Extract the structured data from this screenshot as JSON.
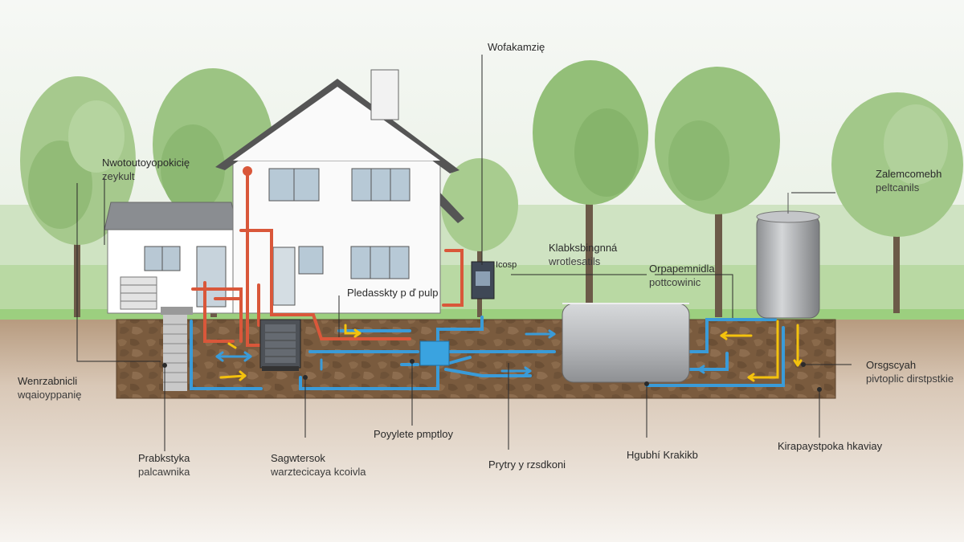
{
  "labels": {
    "top_center": "Wofakamzię",
    "left_upper_line1": "Nwotoutoyopokicię",
    "left_upper_line2": "zeykult",
    "right_upper_line1": "Zalemcomebh",
    "right_upper_line2": "peltcanils",
    "mid_upper_line1": "Klabksbingnná",
    "mid_upper_line2": "wrotlesatils",
    "mid_right_line1": "Orpapemnidla",
    "mid_right_line2": "pottcowinic",
    "small_box": "Icosp",
    "pipe_label": "Pledasskty p ď pulp",
    "left_lower_line1": "Wenrzabnicli",
    "left_lower_line2": "wqaioyppanię",
    "right_lower_line1": "Orsgscyah",
    "right_lower_line2": "pivtoplic dirstpstkie",
    "bottom_1_line1": "Prabkstyka",
    "bottom_1_line2": "palcawnika",
    "bottom_2_line1": "Sagwtersok",
    "bottom_2_line2": "warztecicaya kcoivla",
    "bottom_3": "Poyylete pmptloy",
    "bottom_4": "Prytry y rzsdkoni",
    "bottom_5": "Hgubhí Krakikb",
    "bottom_6": "Kirapaystpoka hkaviay"
  },
  "colors": {
    "sky": "#eef3ec",
    "grass": "#9ccf7f",
    "soil": "#7a5b3e",
    "ground_lower": "#e8ddd2",
    "hot_pipe": "#d9573a",
    "cold_pipe": "#3a9bd8",
    "arrow_yellow": "#f4c20d",
    "tree": "#8dbb6f"
  }
}
